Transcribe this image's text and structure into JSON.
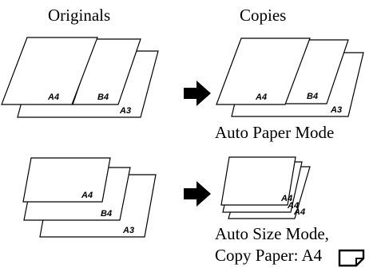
{
  "headings": {
    "originals": "Originals",
    "copies": "Copies"
  },
  "paper_sizes": {
    "a4": "A4",
    "b4": "B4",
    "a3": "A3"
  },
  "modes": {
    "auto_paper": "Auto Paper Mode",
    "auto_size_line1": "Auto Size Mode,",
    "auto_size_line2": "Copy Paper: A4"
  },
  "icons": {
    "arrow": "arrow-right-icon",
    "orientation": "paper-orientation-icon"
  }
}
